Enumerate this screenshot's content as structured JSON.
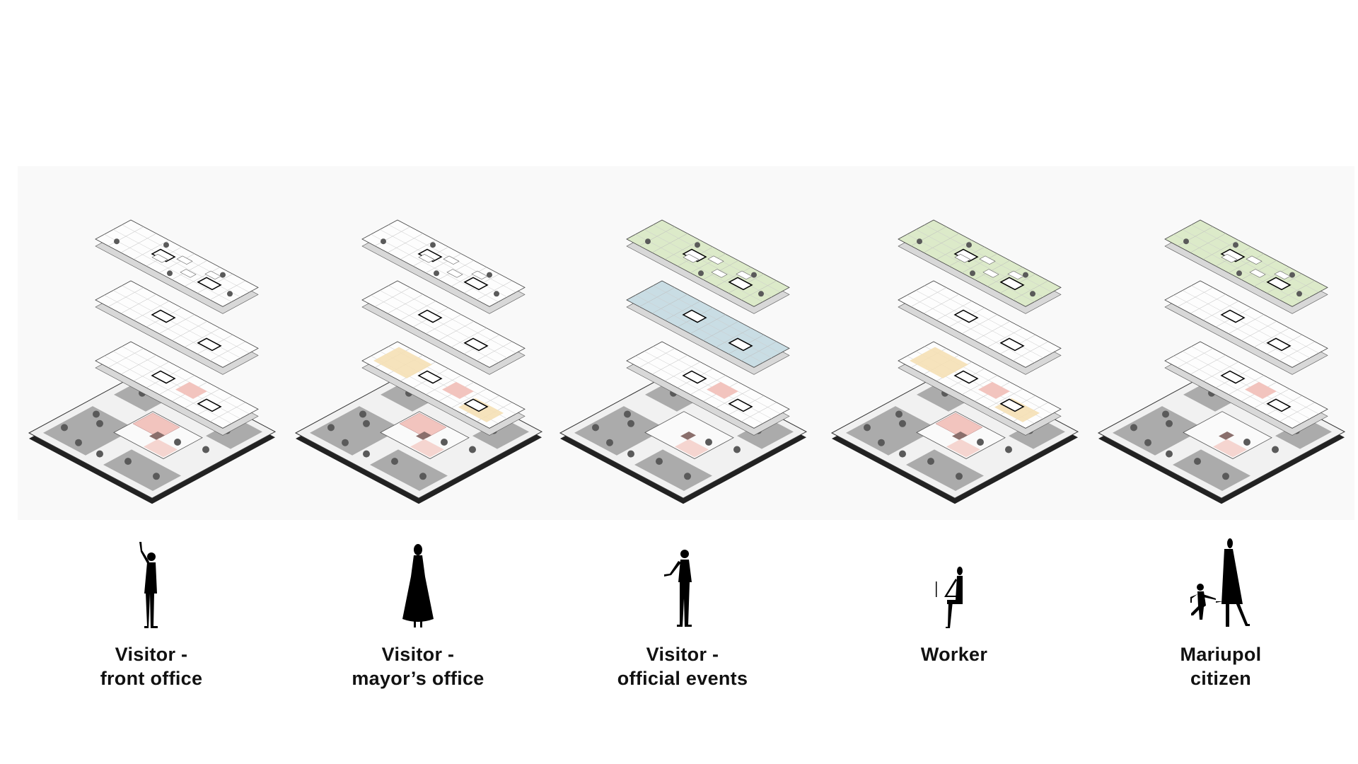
{
  "colors": {
    "pink": "#f2c4be",
    "yellow": "#f5e0b5",
    "green": "#dceac9",
    "blue": "#c9dde4",
    "grey": "#ababab",
    "tree": "#5a5a5a"
  },
  "columns": [
    {
      "label_lines": [
        "Visitor -",
        "front office"
      ],
      "figure": "waving-person-icon",
      "roof": "none",
      "floor2": "none",
      "floor1": [
        "pink"
      ],
      "ground": "pink-large"
    },
    {
      "label_lines": [
        "Visitor -",
        "mayor’s office"
      ],
      "figure": "woman-in-dress-icon",
      "roof": "none",
      "floor2": "none",
      "floor1": [
        "yellow",
        "pink"
      ],
      "ground": "pink-large"
    },
    {
      "label_lines": [
        "Visitor -",
        "official events"
      ],
      "figure": "gesturing-person-icon",
      "roof": "green",
      "floor2": "blue",
      "floor1": [
        "pink"
      ],
      "ground": "pink-small"
    },
    {
      "label_lines": [
        "Worker"
      ],
      "figure": "seated-worker-laptop-icon",
      "roof": "green",
      "floor2": "none",
      "floor1": [
        "yellow",
        "pink"
      ],
      "ground": "pink-large"
    },
    {
      "label_lines": [
        "Mariupol",
        "citizen"
      ],
      "figure": "woman-and-child-icon",
      "roof": "green",
      "floor2": "none",
      "floor1": [
        "pink"
      ],
      "ground": "pink-small"
    }
  ]
}
